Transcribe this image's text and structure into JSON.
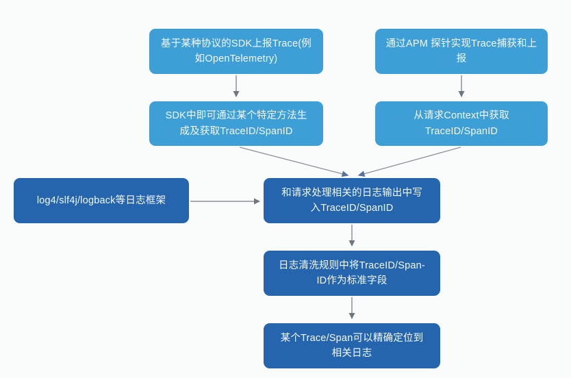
{
  "page": {
    "kind": "flowchart",
    "background": "#fafbfb"
  },
  "palette": {
    "light_blue": "#3e9ed6",
    "dark_blue": "#2465ad",
    "arrow_gray": "#8b929a",
    "arrow_head_gray": "#6e7680",
    "arrow_head_steel": "#56719e",
    "text_white": "#f4f9fd"
  },
  "flowchart": {
    "nodes": [
      {
        "id": "sdk-report",
        "variant": "light",
        "label": "基于某种协议的SDK上报Trace(例\n如OpenTelemetry)"
      },
      {
        "id": "apm-probe",
        "variant": "light",
        "label": "通过APM 探针实现Trace捕获和上\n报"
      },
      {
        "id": "sdk-method",
        "variant": "light",
        "label": "SDK中即可通过某个特定方法生\n成及获取TraceID/SpanID"
      },
      {
        "id": "context-get",
        "variant": "light",
        "label": "从请求Context中获取\nTraceID/SpanID"
      },
      {
        "id": "log-framework",
        "variant": "dark",
        "label": "log4/slf4j/logback等日志框架"
      },
      {
        "id": "log-output",
        "variant": "dark",
        "label": "和请求处理相关的日志输出中写\n入TraceID/SpanID"
      },
      {
        "id": "log-clean",
        "variant": "dark",
        "label": "日志清洗规则中将TraceID/Span-\nID作为标准字段"
      },
      {
        "id": "trace-locate",
        "variant": "dark",
        "label": "某个Trace/Span可以精确定位到\n相关日志"
      }
    ],
    "edges": [
      {
        "from": "sdk-report",
        "to": "sdk-method"
      },
      {
        "from": "apm-probe",
        "to": "context-get"
      },
      {
        "from": "sdk-method",
        "to": "log-output"
      },
      {
        "from": "context-get",
        "to": "log-output"
      },
      {
        "from": "log-framework",
        "to": "log-output"
      },
      {
        "from": "log-output",
        "to": "log-clean"
      },
      {
        "from": "log-clean",
        "to": "trace-locate"
      }
    ]
  }
}
